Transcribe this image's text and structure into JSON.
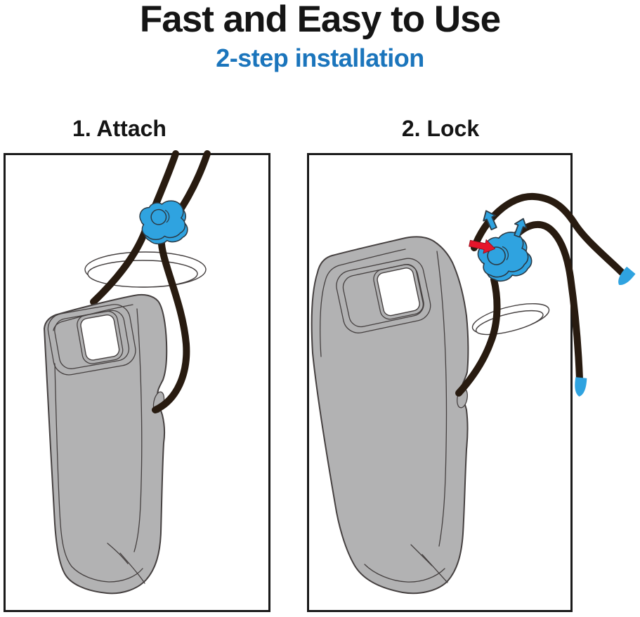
{
  "title": "Fast and Easy to Use",
  "subtitle": "2-step installation",
  "steps": [
    {
      "id": 1,
      "label": "1. Attach"
    },
    {
      "id": 2,
      "label": "2. Lock"
    }
  ],
  "illustration_elements": [
    "lanyard-cord",
    "cord-lock-toggle",
    "toggle-button",
    "mounting-plate",
    "device-body",
    "device-window",
    "cord-notch",
    "cord-tip",
    "release-arrow",
    "press-arrow"
  ],
  "colors": {
    "background": "#ffffff",
    "title_text": "#151515",
    "subtitle_blue": "#1b75bc",
    "accent_blue": "#2fa3e0",
    "device_gray": "#b2b2b3",
    "outline_dark": "#454040",
    "cord_dark_brown": "#281b10",
    "arrow_red": "#e6152b",
    "panel_border": "#1a1a1a"
  }
}
